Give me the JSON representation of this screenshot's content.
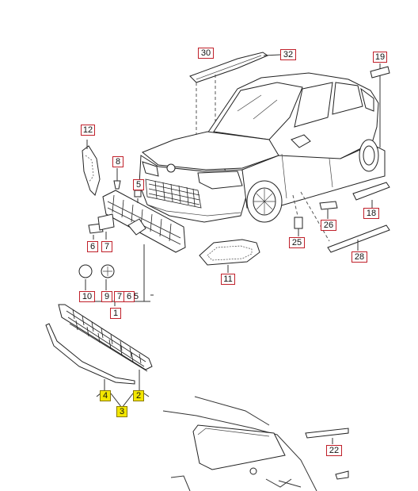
{
  "diagram": {
    "callouts": [
      {
        "id": "c30",
        "label": "30",
        "highlight": false
      },
      {
        "id": "c32",
        "label": "32",
        "highlight": false
      },
      {
        "id": "c19",
        "label": "19",
        "highlight": false
      },
      {
        "id": "c12",
        "label": "12",
        "highlight": false
      },
      {
        "id": "c8",
        "label": "8",
        "highlight": false
      },
      {
        "id": "c5a",
        "label": "5",
        "highlight": false
      },
      {
        "id": "c6",
        "label": "6",
        "highlight": false
      },
      {
        "id": "c7",
        "label": "7",
        "highlight": false
      },
      {
        "id": "c10",
        "label": "10",
        "highlight": false
      },
      {
        "id": "c9",
        "label": "9",
        "highlight": false
      },
      {
        "id": "c7b",
        "label": "7",
        "highlight": false
      },
      {
        "id": "c6b",
        "label": "6",
        "highlight": false
      },
      {
        "id": "c1",
        "label": "1",
        "highlight": false
      },
      {
        "id": "c11",
        "label": "11",
        "highlight": false
      },
      {
        "id": "c25",
        "label": "25",
        "highlight": false
      },
      {
        "id": "c26",
        "label": "26",
        "highlight": false
      },
      {
        "id": "c18",
        "label": "18",
        "highlight": false
      },
      {
        "id": "c28",
        "label": "28",
        "highlight": false
      },
      {
        "id": "c4",
        "label": "4",
        "highlight": true
      },
      {
        "id": "c2",
        "label": "2",
        "highlight": true
      },
      {
        "id": "c3",
        "label": "3",
        "highlight": true
      },
      {
        "id": "c22",
        "label": "22",
        "highlight": false
      }
    ],
    "plain_labels": [
      {
        "id": "p5b",
        "label": "5"
      }
    ]
  }
}
